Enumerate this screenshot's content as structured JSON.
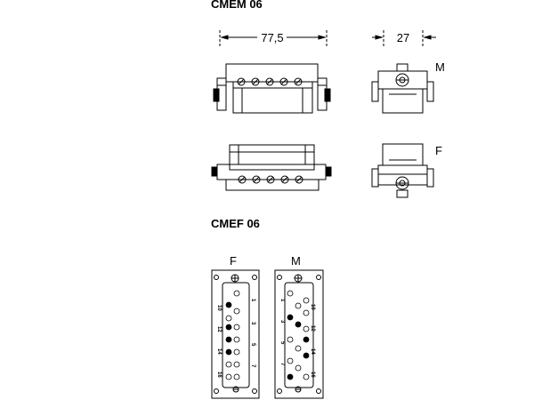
{
  "titles": {
    "top": "CMEM 06",
    "bottom": "CMEF 06"
  },
  "dimensions": {
    "length": "77,5",
    "width": "27"
  },
  "view_labels": {
    "male": "M",
    "female": "F"
  },
  "pin_numbers": {
    "female_right": [
      "1",
      "3",
      "5",
      "7"
    ],
    "female_left": [
      "10",
      "12",
      "14",
      "16"
    ],
    "male_left": [
      "1",
      "3",
      "5",
      "7"
    ],
    "male_right": [
      "10",
      "12",
      "14",
      "16"
    ]
  }
}
